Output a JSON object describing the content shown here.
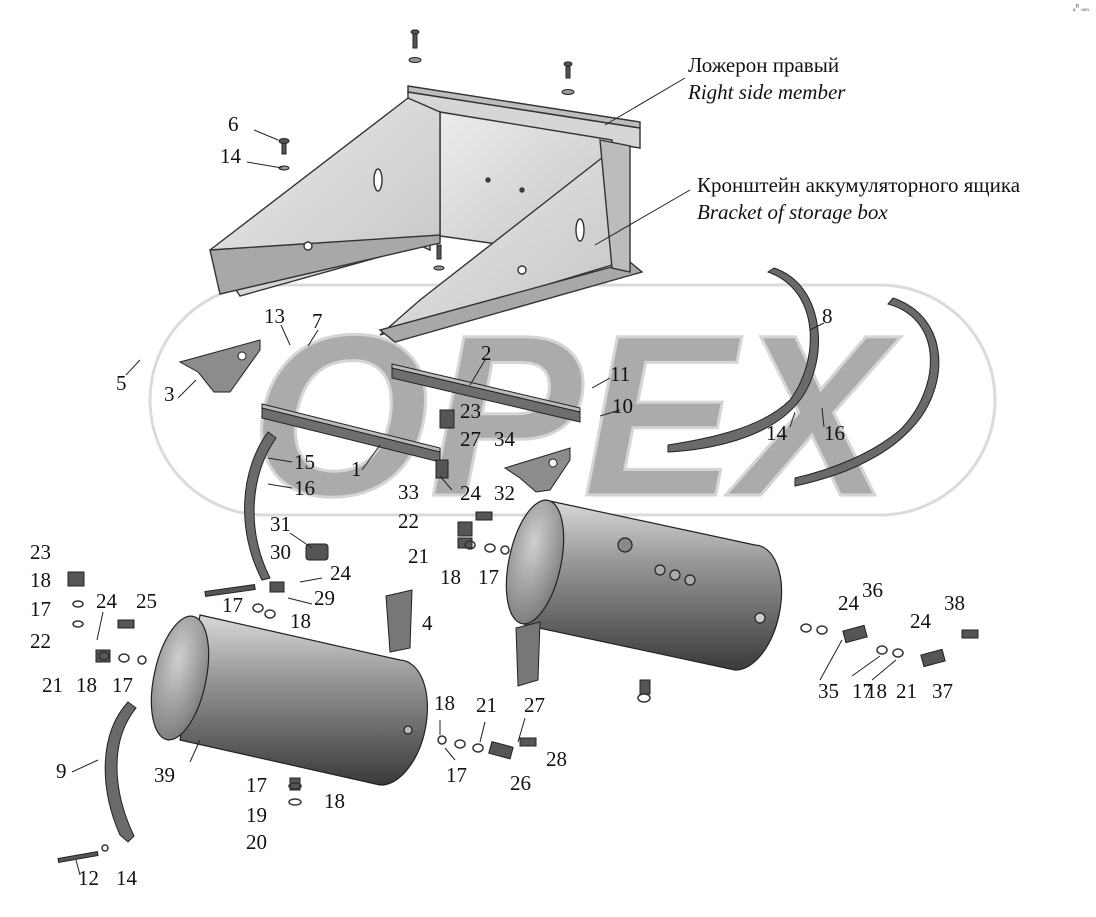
{
  "labels": {
    "side_member_ru": "Ложерон правый",
    "side_member_en": "Right side member",
    "bracket_ru": "Кронштейн аккумуляторного ящика",
    "bracket_en": "Bracket of storage box"
  },
  "corner_mark": "ₐᴮ ₒₒₒ",
  "watermark": "OPEX",
  "callouts": [
    {
      "id": "c6",
      "text": "6"
    },
    {
      "id": "c14a",
      "text": "14"
    },
    {
      "id": "c13",
      "text": "13"
    },
    {
      "id": "c7",
      "text": "7"
    },
    {
      "id": "c5",
      "text": "5"
    },
    {
      "id": "c3",
      "text": "3"
    },
    {
      "id": "c2",
      "text": "2"
    },
    {
      "id": "c11",
      "text": "11"
    },
    {
      "id": "c10",
      "text": "10"
    },
    {
      "id": "c8",
      "text": "8"
    },
    {
      "id": "c14b",
      "text": "14"
    },
    {
      "id": "c16a",
      "text": "16"
    },
    {
      "id": "c23a",
      "text": "23"
    },
    {
      "id": "c27a",
      "text": "27"
    },
    {
      "id": "c34",
      "text": "34"
    },
    {
      "id": "c1",
      "text": "1"
    },
    {
      "id": "c15",
      "text": "15"
    },
    {
      "id": "c16b",
      "text": "16"
    },
    {
      "id": "c33",
      "text": "33"
    },
    {
      "id": "c24a",
      "text": "24"
    },
    {
      "id": "c32",
      "text": "32"
    },
    {
      "id": "c22a",
      "text": "22"
    },
    {
      "id": "c31",
      "text": "31"
    },
    {
      "id": "c21a",
      "text": "21"
    },
    {
      "id": "c18a",
      "text": "18"
    },
    {
      "id": "c17a",
      "text": "17"
    },
    {
      "id": "c30",
      "text": "30"
    },
    {
      "id": "c24b",
      "text": "24"
    },
    {
      "id": "c23b",
      "text": "23"
    },
    {
      "id": "c18b",
      "text": "18"
    },
    {
      "id": "c29",
      "text": "29"
    },
    {
      "id": "c17b",
      "text": "17"
    },
    {
      "id": "c18c",
      "text": "18"
    },
    {
      "id": "c24c",
      "text": "24"
    },
    {
      "id": "c25",
      "text": "25"
    },
    {
      "id": "c17c",
      "text": "17"
    },
    {
      "id": "c22b",
      "text": "22"
    },
    {
      "id": "c4",
      "text": "4"
    },
    {
      "id": "c21b",
      "text": "21"
    },
    {
      "id": "c18d",
      "text": "18"
    },
    {
      "id": "c17d",
      "text": "17"
    },
    {
      "id": "c24d",
      "text": "24"
    },
    {
      "id": "c36",
      "text": "36"
    },
    {
      "id": "c38",
      "text": "38"
    },
    {
      "id": "c24e",
      "text": "24"
    },
    {
      "id": "c35",
      "text": "35"
    },
    {
      "id": "c17e",
      "text": "17"
    },
    {
      "id": "c18e",
      "text": "18"
    },
    {
      "id": "c21c",
      "text": "21"
    },
    {
      "id": "c37",
      "text": "37"
    },
    {
      "id": "c18f",
      "text": "18"
    },
    {
      "id": "c21d",
      "text": "21"
    },
    {
      "id": "c27b",
      "text": "27"
    },
    {
      "id": "c9",
      "text": "9"
    },
    {
      "id": "c39",
      "text": "39"
    },
    {
      "id": "c17f",
      "text": "17"
    },
    {
      "id": "c28",
      "text": "28"
    },
    {
      "id": "c26",
      "text": "26"
    },
    {
      "id": "c17g",
      "text": "17"
    },
    {
      "id": "c18g",
      "text": "18"
    },
    {
      "id": "c19",
      "text": "19"
    },
    {
      "id": "c20",
      "text": "20"
    },
    {
      "id": "c12",
      "text": "12"
    },
    {
      "id": "c14c",
      "text": "14"
    }
  ]
}
